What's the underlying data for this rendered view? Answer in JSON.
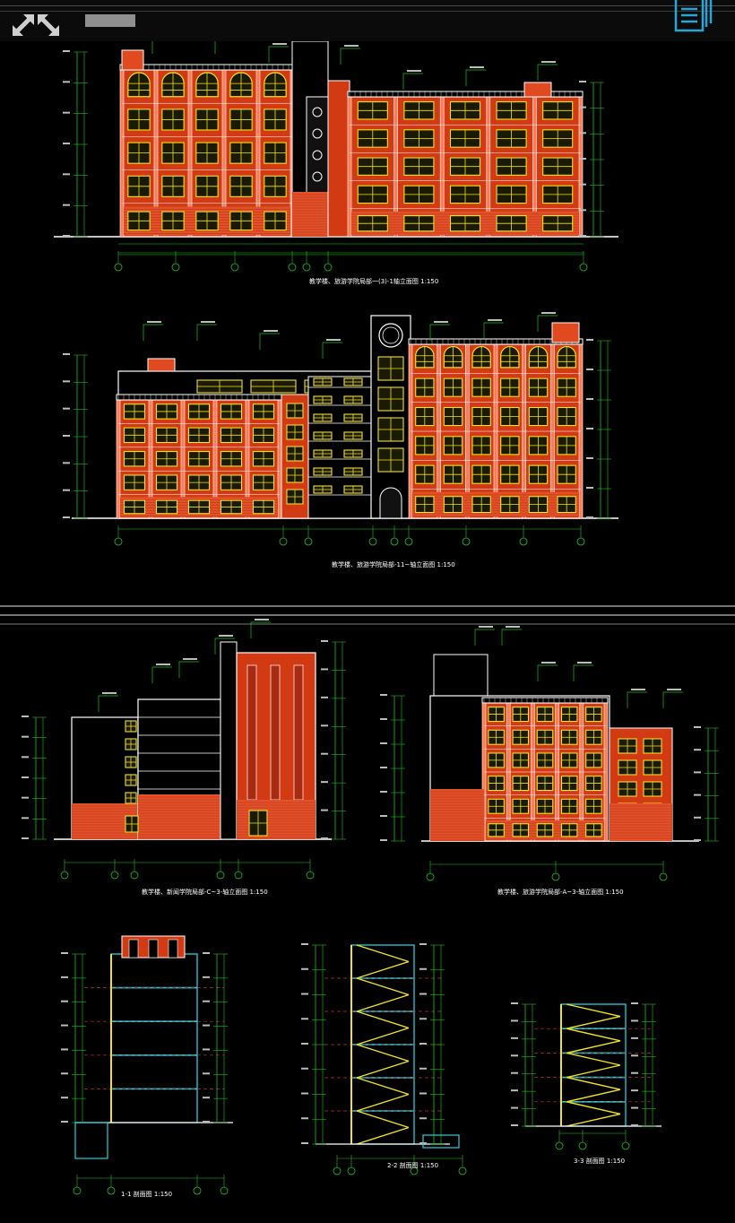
{
  "viewer": {
    "expand_icon": "expand-arrows-icon",
    "slider_icon": "zoom-slider",
    "doc_icon": "document-list-icon",
    "accent": "#25a7d8"
  },
  "colors": {
    "wall": "#d23a14",
    "brick": "#e0522a",
    "window": "#f2e31b",
    "outline": "#ffffff",
    "dim": "#19c519",
    "cyan": "#21d3e0",
    "hatch": "#c02a10"
  },
  "captions": {
    "elev1": "教学楼、旅游学院局部一(3)-1轴立面图 1:150",
    "elev2": "教学楼、旅游学院局部-11~轴立面图 1:150",
    "elev3": "教学楼、新闻学院局部-C~3-轴立面图 1:150",
    "elev4": "教学楼、旅游学院局部-A~3-轴立面图 1:150",
    "sec1": "1-1 剖面图 1:150",
    "sec2": "2-2 剖面图 1:150",
    "sec3": "3-3 剖面图 1:150"
  }
}
